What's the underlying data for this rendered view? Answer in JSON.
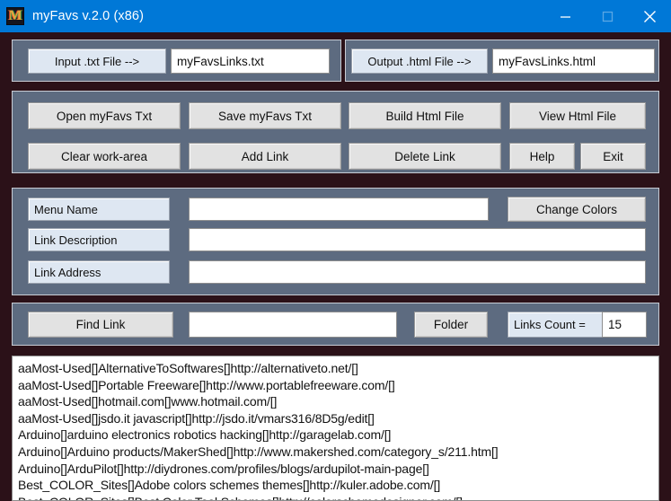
{
  "window": {
    "title": "myFavs v.2.0 (x86)",
    "icon": "app-m-icon",
    "minimize_label": "minimize-icon",
    "maximize_label": "maximize-icon",
    "close_label": "close-icon",
    "titlebar_color": "#0078d7",
    "background_color": "#2b1118",
    "panel_color": "#5d6b80"
  },
  "files": {
    "input_label": "Input .txt File -->",
    "input_value": "myFavsLinks.txt",
    "output_label": "Output .html File -->",
    "output_value": "myFavsLinks.html"
  },
  "actions": {
    "open_txt": "Open myFavs Txt",
    "save_txt": "Save myFavs Txt",
    "build_html": "Build Html File",
    "view_html": "View Html File",
    "clear_work_area": "Clear work-area",
    "add_link": "Add Link",
    "delete_link": "Delete Link",
    "help": "Help",
    "exit": "Exit"
  },
  "editor": {
    "menu_name_label": "Menu Name",
    "menu_name_value": "",
    "link_description_label": "Link Description",
    "link_description_value": "",
    "link_address_label": "Link Address",
    "link_address_value": "",
    "change_colors": "Change Colors"
  },
  "search": {
    "find_link": "Find Link",
    "find_value": "",
    "folder": "Folder",
    "links_count_label": "Links Count =",
    "links_count_value": "15"
  },
  "work_area": {
    "lines": [
      "aaMost-Used[]AlternativeToSoftwares[]http://alternativeto.net/[]",
      "aaMost-Used[]Portable Freeware[]http://www.portablefreeware.com/[]",
      "aaMost-Used[]hotmail.com[]www.hotmail.com/[]",
      "aaMost-Used[]jsdo.it javascript[]http://jsdo.it/vmars316/8D5g/edit[]",
      "Arduino[]arduino electronics robotics hacking[]http://garagelab.com/[]",
      "Arduino[]Arduino products/MakerShed[]http://www.makershed.com/category_s/211.htm[]",
      "Arduino[]ArduPilot[]http://diydrones.com/profiles/blogs/ardupilot-main-page[]",
      "Best_COLOR_Sites[]Adobe colors schemes themes[]http://kuler.adobe.com/[]",
      "Best_COLOR_Sites[]Best Color Tool Schemes[]http://colorschemedesigner.com/[]"
    ]
  }
}
